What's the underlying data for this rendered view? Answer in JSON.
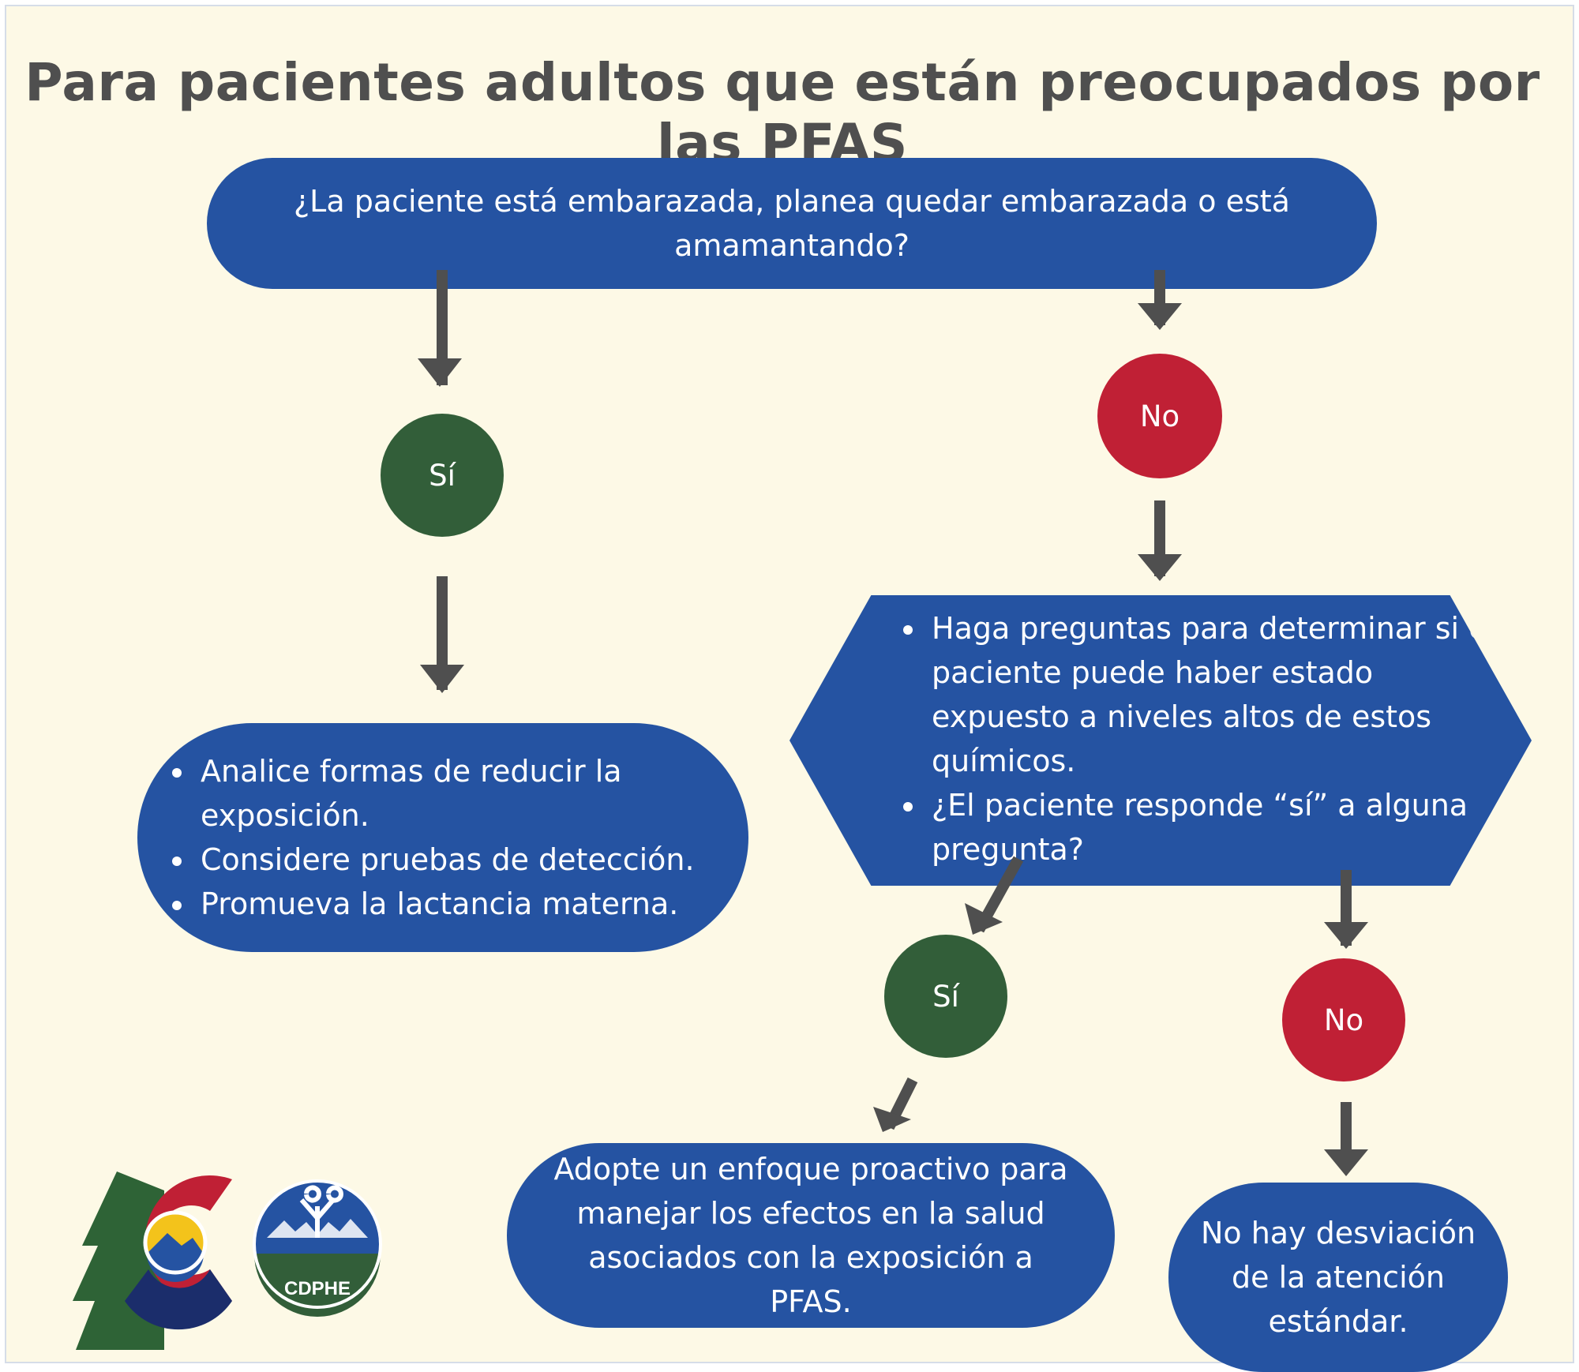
{
  "title": "Para pacientes adultos que están preocupados por las PFAS",
  "question1": "¿La paciente está embarazada, planea quedar embarazada o está amamantando?",
  "yes_label": "Sí",
  "no_label": "No",
  "yes_actions": [
    "Analice formas de reducir la exposición.",
    "Considere pruebas de detección.",
    "Promueva la lactancia materna."
  ],
  "no_questions": [
    "Haga preguntas para determinar si el paciente puede haber estado expuesto a niveles altos de estos químicos.",
    "¿El paciente responde “sí” a alguna pregunta?"
  ],
  "yes_outcome": "Adopte un enfoque proactivo para manejar los efectos en la salud asociados con la exposición a PFAS.",
  "no_outcome": "No hay desviación de la atención estándar.",
  "logo_text": "CDPHE",
  "colors": {
    "background": "#fdf9e6",
    "node_blue": "#2553a2",
    "yes_green": "#325e39",
    "no_red": "#c02035",
    "arrow_gray": "#4f4f4f"
  }
}
